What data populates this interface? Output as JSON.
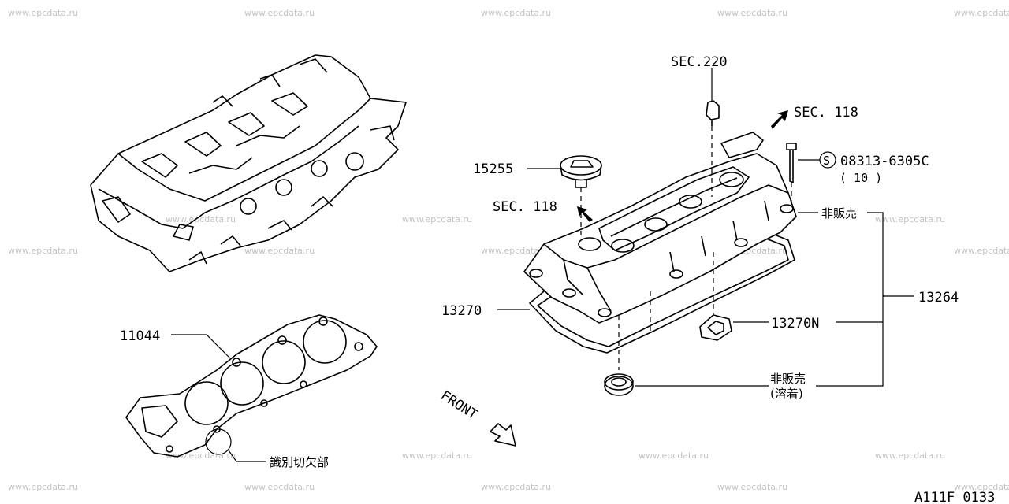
{
  "watermark": "www.epcdata.ru",
  "labels": {
    "sec_220": "SEC.220",
    "sec_118_top": "SEC. 118",
    "sec_118_left": "SEC. 118",
    "bolt_part": "08313-6305C",
    "bolt_qty": "( 10 )",
    "bolt_symbol": "S",
    "cap_part": "15255",
    "not_for_sale_top": "非販売",
    "assembly": "13264",
    "gasket_main": "13270",
    "gasket_n": "13270N",
    "not_for_sale_bottom": "非販売",
    "welded": "(溶着)",
    "head_gasket": "11044",
    "id_notch": "識別切欠部",
    "front": "FRONT",
    "figure_code": "A111F 0133"
  }
}
